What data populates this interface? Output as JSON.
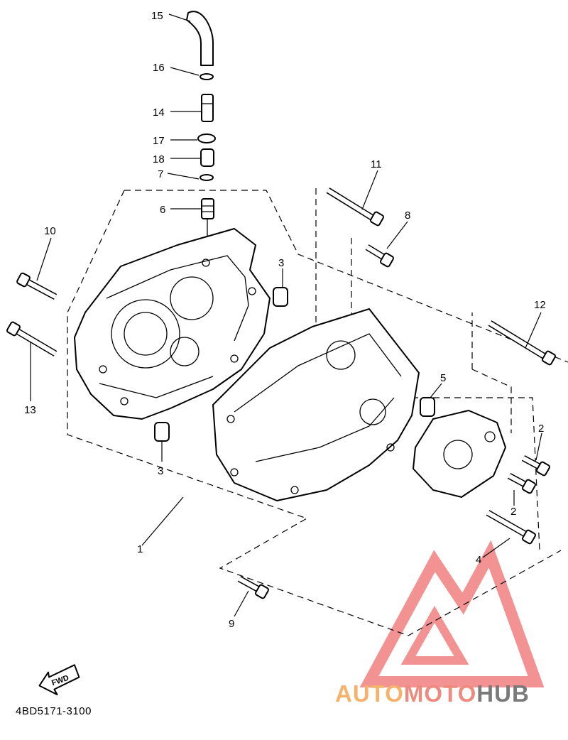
{
  "diagram": {
    "callouts": [
      {
        "id": "c15",
        "text": "15"
      },
      {
        "id": "c16",
        "text": "16"
      },
      {
        "id": "c14",
        "text": "14"
      },
      {
        "id": "c17",
        "text": "17"
      },
      {
        "id": "c18",
        "text": "18"
      },
      {
        "id": "c7",
        "text": "7"
      },
      {
        "id": "c6",
        "text": "6"
      },
      {
        "id": "c10",
        "text": "10"
      },
      {
        "id": "c3a",
        "text": "3"
      },
      {
        "id": "c13",
        "text": "13"
      },
      {
        "id": "c3b",
        "text": "3"
      },
      {
        "id": "c11",
        "text": "11"
      },
      {
        "id": "c8",
        "text": "8"
      },
      {
        "id": "c12",
        "text": "12"
      },
      {
        "id": "c5",
        "text": "5"
      },
      {
        "id": "c2a",
        "text": "2"
      },
      {
        "id": "c2b",
        "text": "2"
      },
      {
        "id": "c4",
        "text": "4"
      },
      {
        "id": "c1",
        "text": "1"
      },
      {
        "id": "c9",
        "text": "9"
      }
    ],
    "fwd_label": "FWD",
    "part_code": "4BD5171-3100"
  },
  "watermark": {
    "part1": "AUTO",
    "part2": "MOTO",
    "part3": "HUB",
    "colors": {
      "auto": "#f6b26b",
      "moto": "#ef8a7e",
      "hub": "#7a7a7a",
      "triangle": "#ef6e6e"
    }
  }
}
